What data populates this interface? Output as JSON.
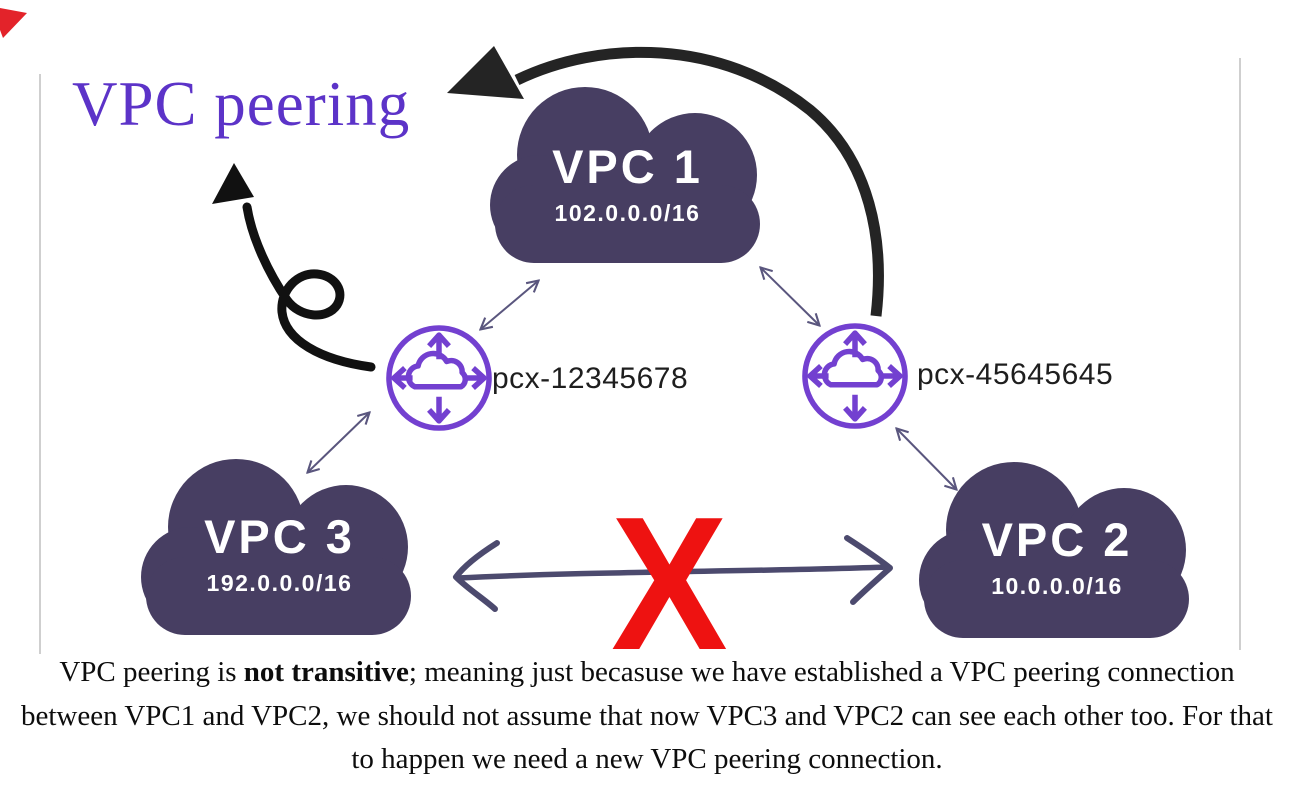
{
  "title": "VPC peering",
  "clouds": [
    {
      "name": "VPC 1",
      "cidr": "102.0.0.0/16"
    },
    {
      "name": "VPC 2",
      "cidr": "10.0.0.0/16"
    },
    {
      "name": "VPC 3",
      "cidr": "192.0.0.0/16"
    }
  ],
  "peering": [
    {
      "label": "pcx-12345678"
    },
    {
      "label": "pcx-45645645"
    }
  ],
  "blocked_symbol": "X",
  "caption": {
    "prefix": "VPC peering is ",
    "emphasis": "not transitive",
    "rest": "; meaning just becasuse we have established a VPC peering connection between VPC1 and VPC2, we should not assume that now VPC3 and VPC2 can see each other too. For that to happen we need a new VPC peering connection."
  },
  "colors": {
    "title": "#5c33c8",
    "cloud": "#473e62",
    "peering_icon": "#7340d0",
    "blocked": "#ee1211",
    "arc_arrow": "#242424",
    "connector": "#5a567e",
    "span_arrow": "#4c4a6e"
  }
}
